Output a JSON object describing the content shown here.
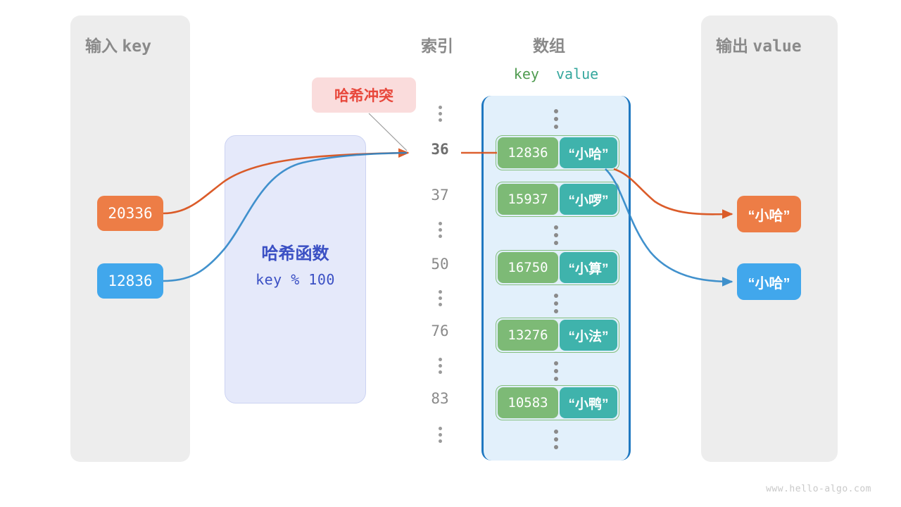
{
  "watermark": "www.hello-algo.com",
  "input": {
    "title_cn": "输入",
    "title_mono": "key",
    "keys": [
      "20336",
      "12836"
    ]
  },
  "output": {
    "title_cn": "输出",
    "title_mono": "value",
    "values": [
      "“小哈”",
      "“小哈”"
    ]
  },
  "hash": {
    "title": "哈希函数",
    "formula": "key % 100"
  },
  "collision": {
    "label": "哈希冲突"
  },
  "headings": {
    "index": "索引",
    "array": "数组",
    "key": "key",
    "value": "value"
  },
  "index_column": [
    {
      "type": "dots",
      "label": ""
    },
    {
      "type": "num",
      "label": "36",
      "active": true
    },
    {
      "type": "num",
      "label": "37",
      "active": false
    },
    {
      "type": "dots",
      "label": ""
    },
    {
      "type": "num",
      "label": "50",
      "active": false
    },
    {
      "type": "dots",
      "label": ""
    },
    {
      "type": "num",
      "label": "76",
      "active": false
    },
    {
      "type": "dots",
      "label": ""
    },
    {
      "type": "num",
      "label": "83",
      "active": false
    },
    {
      "type": "dots",
      "label": ""
    }
  ],
  "array_rows": [
    {
      "type": "dots"
    },
    {
      "type": "cell",
      "key": "12836",
      "value": "“小哈”"
    },
    {
      "type": "cell",
      "key": "15937",
      "value": "“小啰”"
    },
    {
      "type": "dots"
    },
    {
      "type": "cell",
      "key": "16750",
      "value": "“小算”"
    },
    {
      "type": "dots"
    },
    {
      "type": "cell",
      "key": "13276",
      "value": "“小法”"
    },
    {
      "type": "dots"
    },
    {
      "type": "cell",
      "key": "10583",
      "value": "“小鸭”"
    },
    {
      "type": "dots"
    }
  ],
  "colors": {
    "orange": "#ed7d46",
    "blue": "#41a7ec",
    "arrow_orange": "#d94f18",
    "arrow_blue": "#1f78c1",
    "green_key": "#7dba76",
    "teal_value": "#3fb3ac",
    "panel_gray": "#ededed",
    "hash_fill": "#e5e9fa",
    "hash_text": "#3b50c4",
    "array_fill": "#e2f0fb",
    "collision_bg": "#fadcdc",
    "collision_text": "#e8483c"
  }
}
